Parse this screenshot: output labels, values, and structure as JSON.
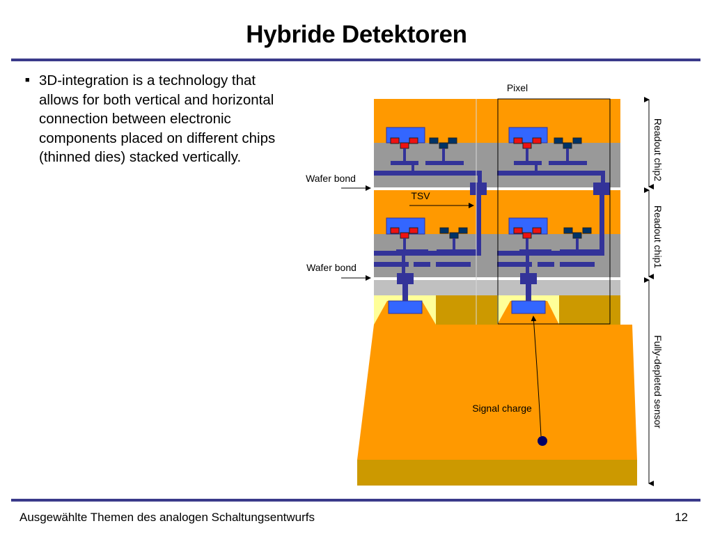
{
  "slide": {
    "title": "Hybride Detektoren",
    "bullet": "3D-integration is a technology that allows for both vertical and horizontal connection between electronic components placed on different chips (thinned dies) stacked vertically."
  },
  "diagram": {
    "labels": {
      "pixel": "Pixel",
      "wafer_bond_upper": "Wafer bond",
      "wafer_bond_lower": "Wafer bond",
      "tsv": "TSV",
      "signal_charge": "Signal charge",
      "readout_chip2": "Readout chip2",
      "readout_chip1": "Readout chip1",
      "sensor": "Fully-depleted sensor"
    },
    "colors": {
      "orange": "#ff9900",
      "gray_layer": "#999999",
      "light_gray": "#c0c0c0",
      "gold": "#cc9900",
      "navy_wire": "#333399",
      "blue_block": "#3366ff",
      "red_transistor": "#ee1111",
      "dark_transistor": "#003366",
      "pale_yellow": "#ffff99"
    }
  },
  "footer": {
    "course": "Ausgewählte Themen des analogen Schaltungsentwurfs",
    "page": "12"
  }
}
